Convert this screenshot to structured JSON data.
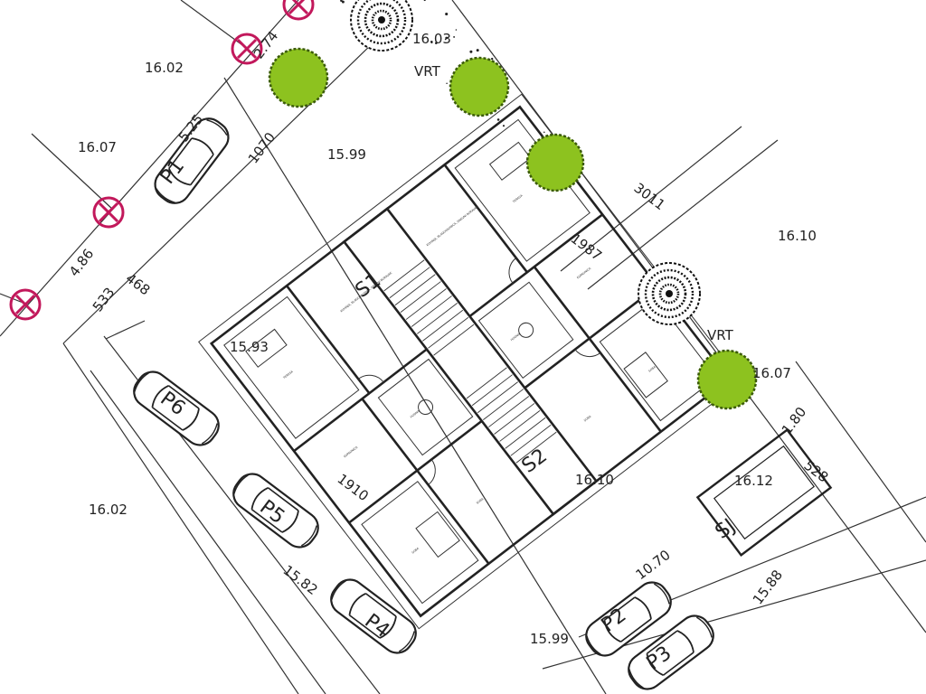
{
  "plot": {
    "corner_levels": [
      "16.02",
      "16.07",
      "16.10",
      "16.02"
    ],
    "building_levels": [
      "15.99",
      "15.93",
      "16.10",
      "16.12",
      "15.99"
    ],
    "small_levels": [
      "16.03",
      "16.07",
      "15.82",
      "15.88"
    ],
    "dimensions": {
      "d274": "2.74",
      "d1070_top": "1070",
      "d486": "4.86",
      "d468": "468",
      "d533": "533",
      "d1910": "1910",
      "d1987": "1987",
      "d3011": "3011",
      "d180": "1.80",
      "d528": "528",
      "d1070_bottom": "10.70",
      "d525": "5.25"
    }
  },
  "gardens": [
    "VRT",
    "VRT"
  ],
  "units": [
    "S1",
    "S2"
  ],
  "bin_storage": "SJ",
  "parking": [
    "P1",
    "P2",
    "P3",
    "P4",
    "P5",
    "P6"
  ],
  "rooms": {
    "s1_terrace": "TERASA",
    "s1_living": "KUHINJA, BLAGOVAONICA, DNEVNI BORAVAK",
    "s1_bath": "KUPAONICA",
    "s1_room_a": "SOBA",
    "s1_room_b": "SOBA",
    "s1_hall": "HODNIK",
    "s2_terrace": "TERASA",
    "s2_living": "KUHINJA, BLAGOVAONICA, DNEVNI BORAVAK",
    "s2_bath": "KUPAONICA",
    "s2_room_a": "SOBA",
    "s2_room_b": "SOBA",
    "s2_hall": "HODNIK"
  },
  "colors": {
    "boundary_marker": "#c2185b",
    "tree_fill": "#8dc21f",
    "tree_outline": "#3b5b0a",
    "line": "#222222"
  },
  "icons": {
    "boundary_marker": "circled-x-icon",
    "tree": "tree-icon",
    "shrub": "shrub-icon",
    "car": "car-icon"
  }
}
